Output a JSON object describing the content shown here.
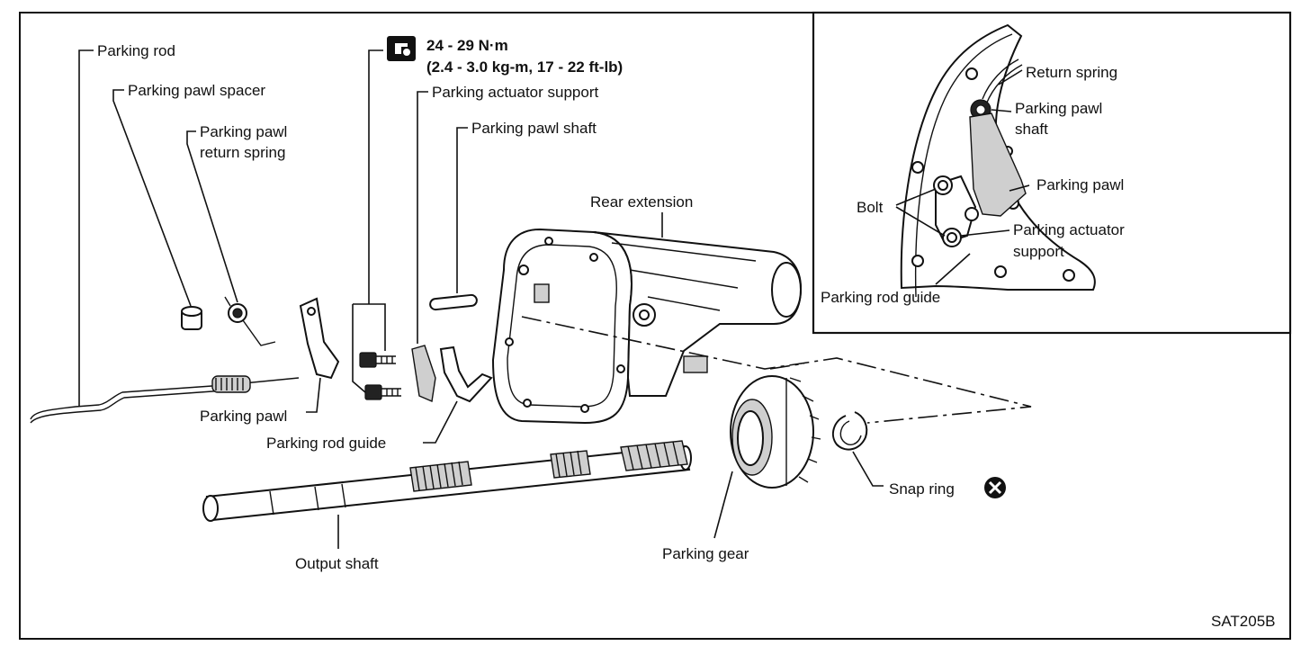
{
  "diagram": {
    "code": "SAT205B",
    "torque": {
      "line1": "24 - 29 N·m",
      "line2": "(2.4 - 3.0 kg-m, 17 - 22 ft-lb)"
    },
    "labels": {
      "parking_rod": "Parking rod",
      "parking_pawl_spacer": "Parking pawl spacer",
      "parking_pawl_return_spring_1": "Parking pawl",
      "parking_pawl_return_spring_2": "return spring",
      "parking_actuator_support": "Parking actuator support",
      "parking_pawl_shaft": "Parking pawl shaft",
      "rear_extension": "Rear extension",
      "parking_pawl": "Parking pawl",
      "parking_rod_guide": "Parking rod guide",
      "output_shaft": "Output shaft",
      "parking_gear": "Parking gear",
      "snap_ring": "Snap ring"
    },
    "inset_labels": {
      "return_spring": "Return spring",
      "parking_pawl_shaft_1": "Parking pawl",
      "parking_pawl_shaft_2": "shaft",
      "parking_pawl": "Parking pawl",
      "bolt": "Bolt",
      "parking_actuator_support_1": "Parking actuator",
      "parking_actuator_support_2": "support",
      "parking_rod_guide": "Parking rod guide"
    }
  }
}
